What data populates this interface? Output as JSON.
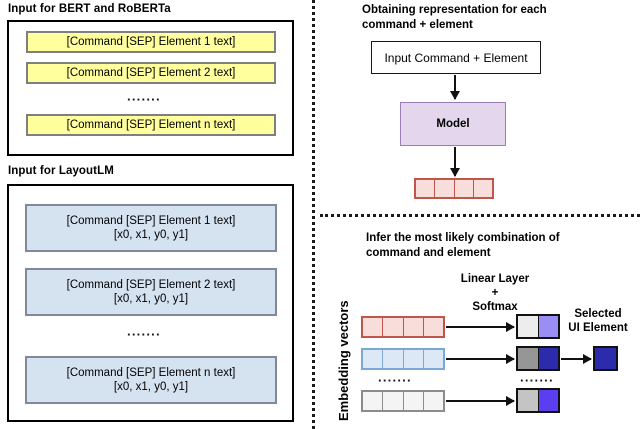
{
  "left_column": {
    "bert_panel": {
      "title": "Input for BERT and RoBERTa",
      "rows": [
        {
          "text": "[Command [SEP] Element 1 text]"
        },
        {
          "text": "[Command [SEP] Element 2 text]"
        },
        {
          "text": "[Command [SEP] Element n text]"
        }
      ],
      "ellipsis": "·······",
      "box_fill": "#ffff9e",
      "box_border": "#7f7f7f"
    },
    "layoutlm_panel": {
      "title": "Input for LayoutLM",
      "rows": [
        {
          "text": "[Command [SEP] Element 1 text]",
          "coords": "[x0, x1, y0, y1]"
        },
        {
          "text": "[Command [SEP] Element 2 text]",
          "coords": "[x0, x1, y0, y1]"
        },
        {
          "text": "[Command [SEP] Element n text]",
          "coords": "[x0, x1, y0, y1]"
        }
      ],
      "ellipsis": "·······",
      "box_fill": "#d5e2f0",
      "box_border": "#7f8a99"
    }
  },
  "right_top": {
    "title": "Obtaining representation for each command + element",
    "input_box_label": "Input Command + Element",
    "model_box_label": "Model",
    "model_fill": "#e4d6ec",
    "model_border": "#9c7cb7",
    "output_vector": {
      "cells": 4,
      "fill": "#f8dedb",
      "border": "#c0554b"
    }
  },
  "right_bottom": {
    "title": "Infer the most likely combination of command and element",
    "axis_label": "Embedding vectors",
    "middle_label": "Linear Layer\n+\nSoftmax",
    "middle_label_line1": "Linear Layer",
    "middle_label_line2": "+",
    "middle_label_line3": "Softmax",
    "selected_label_line1": "Selected",
    "selected_label_line2": "UI Element",
    "ellipsis": "·······",
    "embedding_vectors": [
      {
        "name": "red-vector",
        "cells": 4,
        "fill": "#f8dedb",
        "border": "#c0554b"
      },
      {
        "name": "blue-vector",
        "cells": 4,
        "fill": "#dce8f6",
        "border": "#7da7d4"
      },
      {
        "name": "gray-vector",
        "cells": 4,
        "fill": "#f4f4f4",
        "border": "#8c8c8c"
      }
    ],
    "softmax_outputs": [
      {
        "name": "softmax-output-1",
        "left_fill": "#ededed",
        "right_fill": "#9a8ef5"
      },
      {
        "name": "softmax-output-2",
        "left_fill": "#969696",
        "right_fill": "#2b2bab"
      },
      {
        "name": "softmax-output-3",
        "left_fill": "#c4c4c4",
        "right_fill": "#5b3ef0"
      }
    ],
    "selected_element": {
      "fill": "#2b2bab",
      "border": "#111111"
    }
  }
}
